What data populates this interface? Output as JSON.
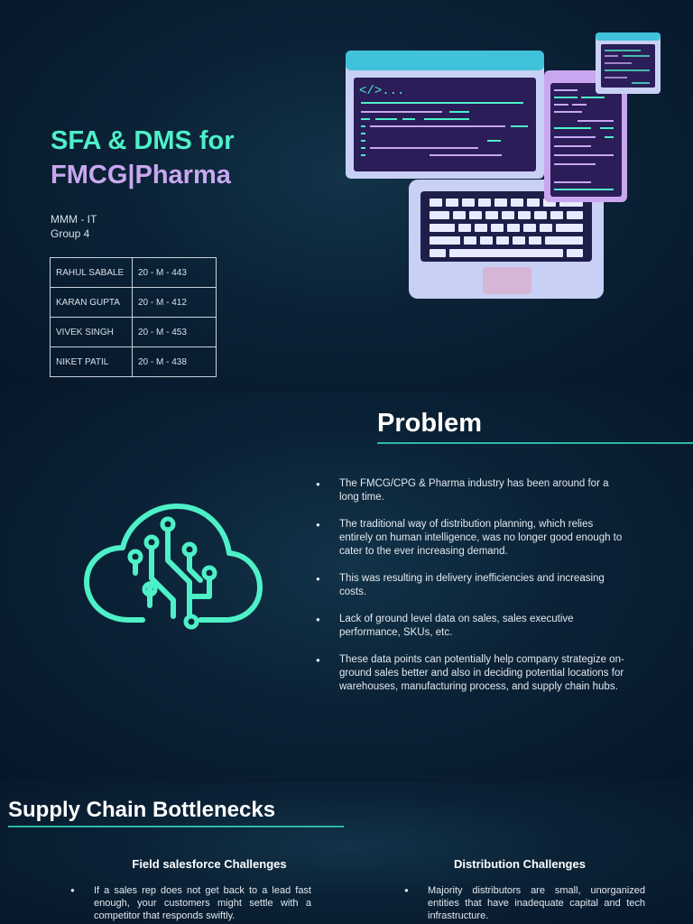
{
  "title_slide": {
    "title_line1": "SFA & DMS for",
    "title_line2": "FMCG|Pharma",
    "subtitle_line1": "MMM - IT",
    "subtitle_line2": "Group 4",
    "members": [
      {
        "name": "RAHUL SABALE",
        "roll": "20 - M - 443"
      },
      {
        "name": "KARAN GUPTA",
        "roll": "20 - M - 412"
      },
      {
        "name": "VIVEK SINGH",
        "roll": "20 - M - 453"
      },
      {
        "name": "NIKET PATIL",
        "roll": "20 - M - 438"
      }
    ],
    "code_tag": "</>..."
  },
  "problem_slide": {
    "title": "Problem",
    "bullets": [
      "The FMCG/CPG & Pharma  industry has been around for a long time.",
      "The traditional way of distribution planning, which relies entirely on human intelligence, was no longer good enough to cater to the ever increasing demand.",
      "This was resulting in delivery inefficiencies and increasing costs.",
      "Lack of  ground level data on sales, sales executive performance, SKUs, etc.",
      "These data points can potentially help company strategize on-ground sales better and also in deciding potential locations for warehouses, manufacturing process, and supply chain hubs."
    ],
    "icon": "cloud-circuit-icon"
  },
  "supply_slide": {
    "title": "Supply Chain Bottlenecks",
    "field": {
      "heading": "Field salesforce Challenges",
      "bullets": [
        "If a sales rep does not get back to a lead fast enough, your customers might settle with a competitor that responds swiftly."
      ]
    },
    "distribution": {
      "heading": "Distribution Challenges",
      "bullets": [
        "Majority distributors are small, unorganized entities that have inadequate capital and tech infrastructure."
      ]
    }
  },
  "colors": {
    "background": "#0b2236",
    "accent_teal": "#4ef0c8",
    "accent_lavender": "#c9a7f0",
    "rule": "#2bb8a6"
  }
}
